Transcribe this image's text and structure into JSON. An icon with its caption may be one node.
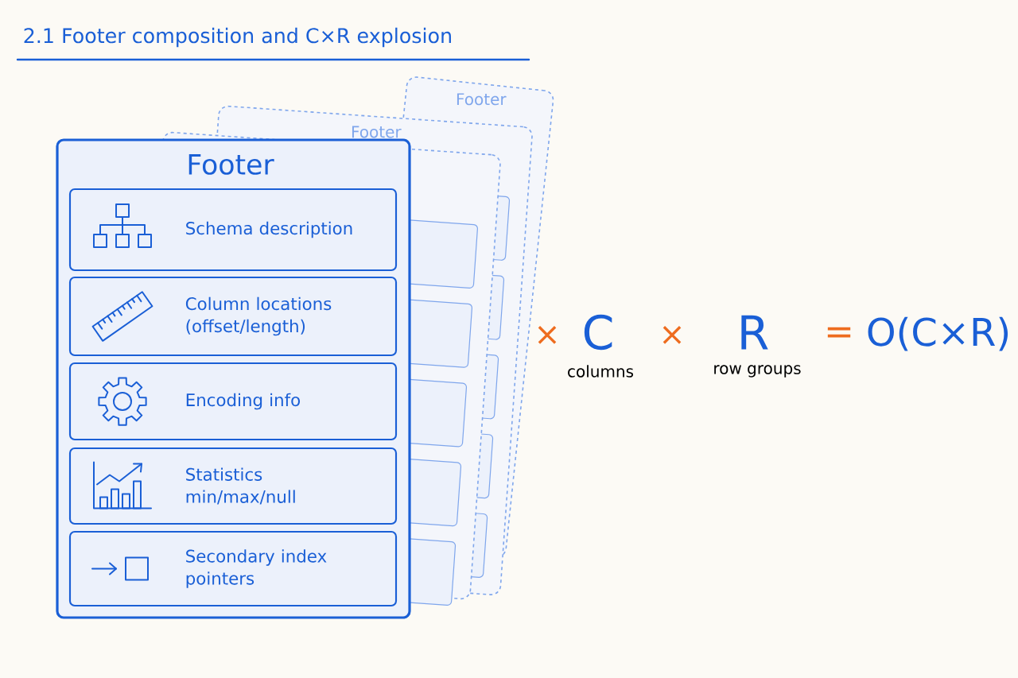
{
  "diagram": {
    "title": "2.1 Footer composition and C×R explosion",
    "nodes": [
      {
        "text": [
          "Footer"
        ]
      },
      {
        "text": [
          "Schema description"
        ],
        "in": 0
      },
      {
        "text": [
          "Column locations (offset/length)"
        ],
        "in": 0
      },
      {
        "text": [
          "Encoding info"
        ],
        "in": 0
      },
      {
        "text": [
          "Statistics min/max/null"
        ],
        "in": 0
      },
      {
        "text": [
          "Secondary index pointers"
        ],
        "in": 0
      },
      {
        "text": [
          "Footer"
        ]
      },
      {
        "text": [
          "Footer"
        ]
      },
      {
        "text": [],
        "shape": "box"
      }
    ],
    "labels": [
      "×",
      "C",
      "columns",
      "×",
      "R",
      "row groups",
      "=",
      "O(C×R)"
    ]
  }
}
